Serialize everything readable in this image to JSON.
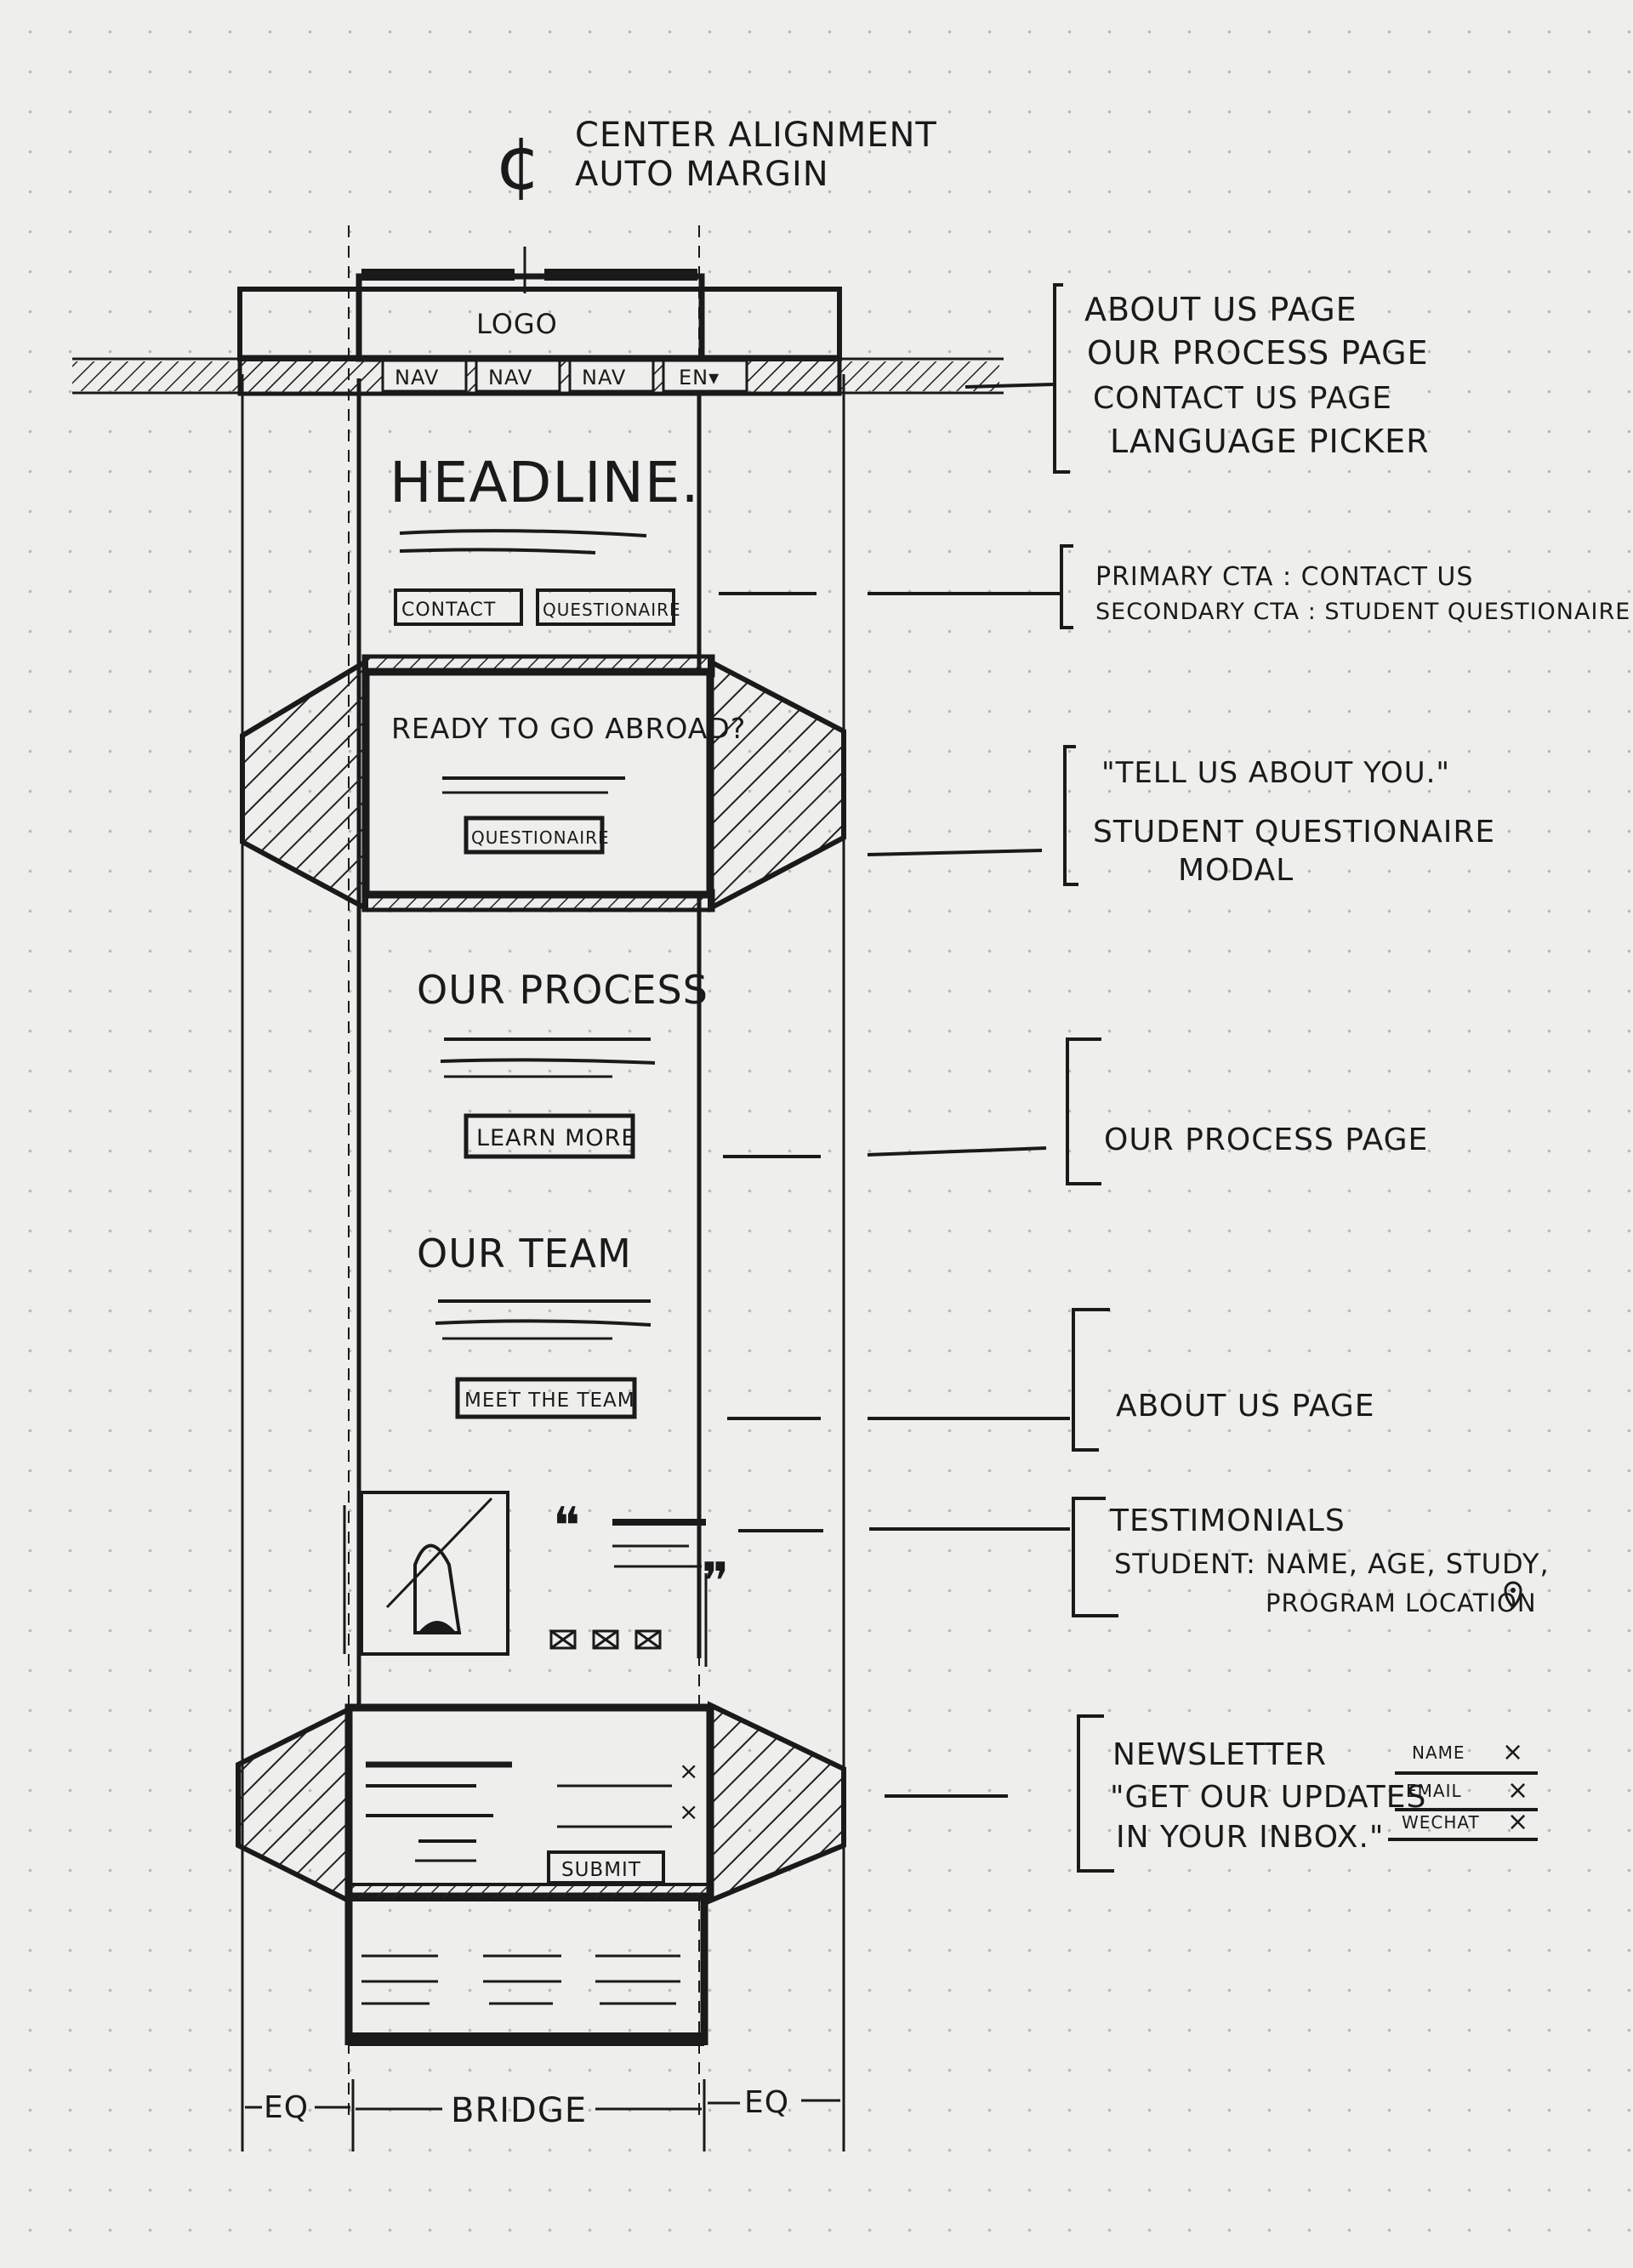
{
  "header_note": {
    "symbol": "¢",
    "line1": "CENTER ALIGNMENT",
    "line2": "AUTO MARGIN"
  },
  "wireframe": {
    "logo": "LOGO",
    "nav_items": [
      "NAV",
      "NAV",
      "NAV",
      "EN▾"
    ],
    "hero": {
      "headline": "HEADLINE.",
      "cta_primary": "CONTACT",
      "cta_secondary": "QUESTIONAIRE"
    },
    "modal": {
      "title": "READY TO GO ABROAD?",
      "button": "QUESTIONAIRE"
    },
    "process": {
      "title": "OUR PROCESS",
      "button": "LEARN MORE"
    },
    "team": {
      "title": "OUR TEAM",
      "button": "MEET THE TEAM"
    },
    "testimonial": {
      "open_quote": "❝",
      "close_quote": "❞"
    },
    "newsletter_form": {
      "submit": "SUBMIT",
      "clear_mark": "×"
    },
    "dimensions": {
      "left": "EQ",
      "center": "BRIDGE",
      "right": "EQ"
    }
  },
  "annotations": {
    "nav": [
      "ABOUT US PAGE",
      "OUR PROCESS PAGE",
      "CONTACT US PAGE",
      "LANGUAGE PICKER"
    ],
    "cta": [
      "PRIMARY CTA : CONTACT US",
      "SECONDARY CTA : STUDENT QUESTIONAIRE"
    ],
    "modal": [
      "\"TELL US ABOUT YOU.\"",
      "STUDENT QUESTIONAIRE",
      "MODAL"
    ],
    "process": "OUR PROCESS PAGE",
    "team": "ABOUT US PAGE",
    "testimonials": [
      "TESTIMONIALS",
      "STUDENT: NAME, AGE, STUDY,",
      "PROGRAM LOCATION"
    ],
    "newsletter": [
      "NEWSLETTER",
      "\"GET OUR UPDATES",
      "IN YOUR INBOX.\""
    ],
    "newsletter_fields": [
      "NAME",
      "EMAIL",
      "WECHAT"
    ],
    "field_mark": "×"
  }
}
